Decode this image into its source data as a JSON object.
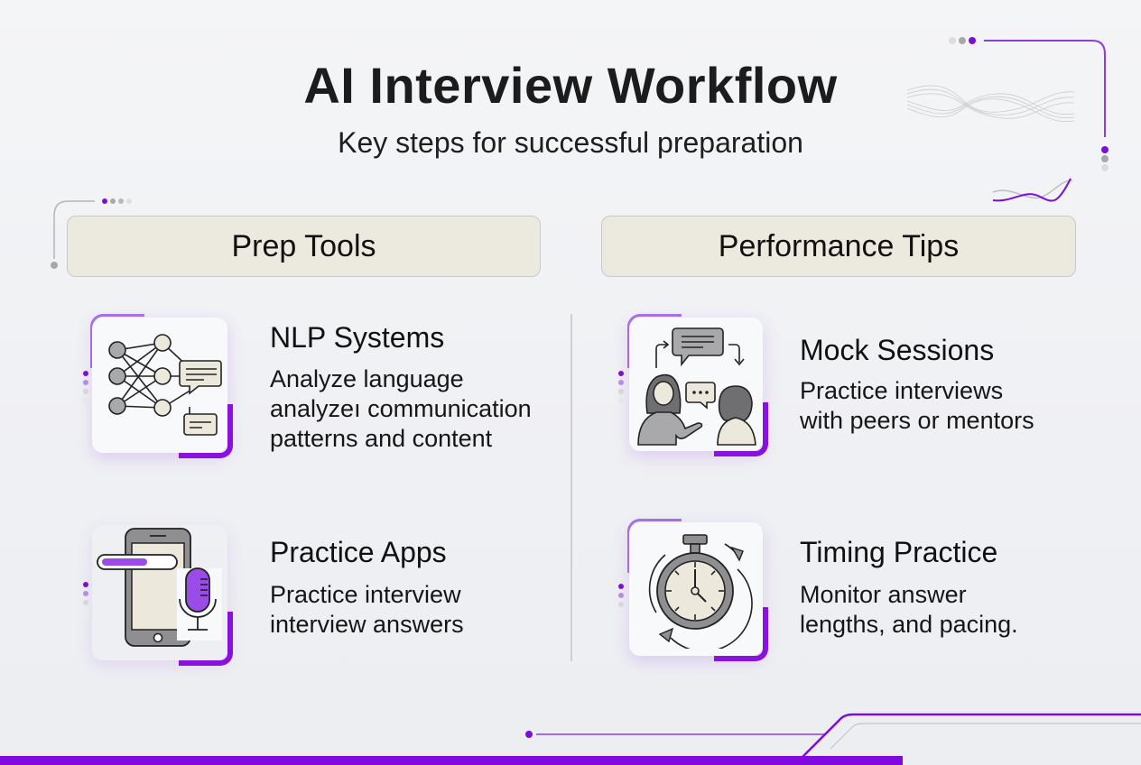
{
  "header": {
    "title": "AI Interview Workflow",
    "subtitle": "Key steps for successful preparation"
  },
  "sections": [
    {
      "label": "Prep Tools",
      "items": [
        {
          "title": "NLP Systems",
          "description_lines": [
            "Analyze language",
            "analyzeı communication",
            "patterns and content"
          ],
          "icon": "neural-network-chat-icon"
        },
        {
          "title": "Practice Apps",
          "description_lines": [
            "Practice interview",
            "interview answers"
          ],
          "icon": "phone-microphone-icon"
        }
      ]
    },
    {
      "label": "Performance Tips",
      "items": [
        {
          "title": "Mock Sessions",
          "description_lines": [
            "Practice interviews",
            "with peers or mentors"
          ],
          "icon": "conversation-people-icon"
        },
        {
          "title": "Timing Practice",
          "description_lines": [
            "Monitor answer",
            "lengths, and pacing."
          ],
          "icon": "stopwatch-icon"
        }
      ]
    }
  ],
  "colors": {
    "accent": "#8208e0",
    "accent_light": "#9b5de5",
    "header_bg": "#ece9df",
    "background": "#f2f3f5",
    "icon_gray": "#a9a9a9",
    "icon_cream": "#ece9dc"
  }
}
